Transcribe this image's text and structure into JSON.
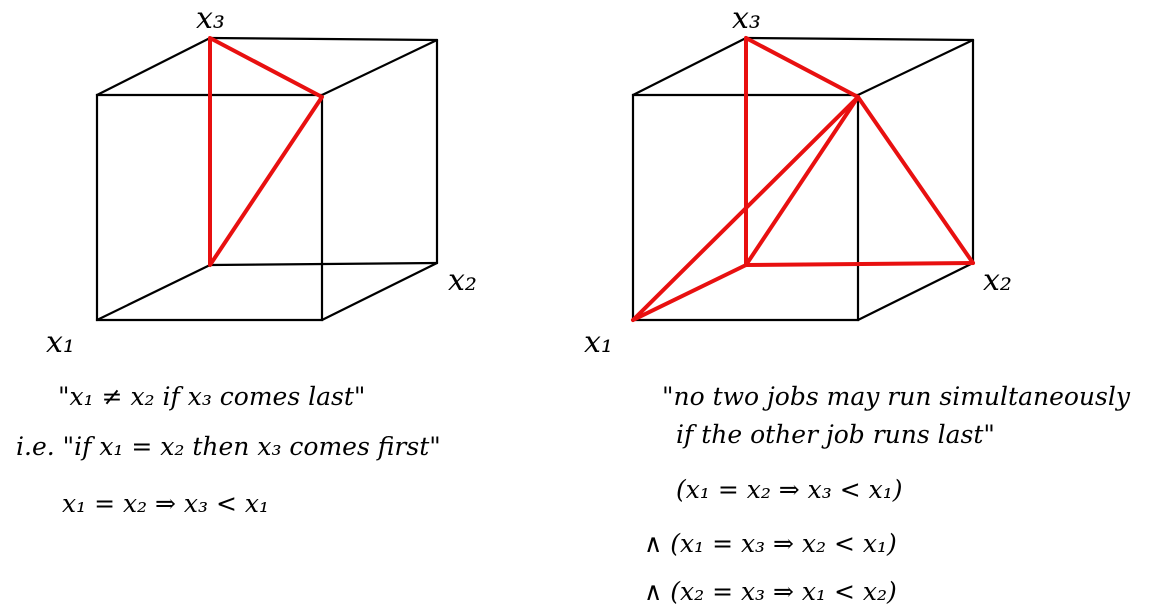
{
  "colors": {
    "ink": "#000000",
    "highlight": "#e81010",
    "background": "#ffffff"
  },
  "left_cube": {
    "label_x1": "x₁",
    "label_x2": "x₂",
    "label_x3": "x₃",
    "note_line1": "\"x₁ ≠ x₂ if x₃ comes last\"",
    "note_line2": "i.e. \"if x₁ = x₂ then x₃ comes first\"",
    "note_line3": "x₁ = x₂ ⇒ x₃ < x₁"
  },
  "right_cube": {
    "label_x1": "x₁",
    "label_x2": "x₂",
    "label_x3": "x₃",
    "note_line1": "\"no two jobs may run simultaneously",
    "note_line2": "if the other job runs last\"",
    "formula_line1": "(x₁ = x₂ ⇒ x₃ < x₁)",
    "formula_line2": "∧ (x₁ = x₃ ⇒ x₂ < x₁)",
    "formula_line3": "∧ (x₂ = x₃ ⇒ x₁ < x₂)"
  }
}
